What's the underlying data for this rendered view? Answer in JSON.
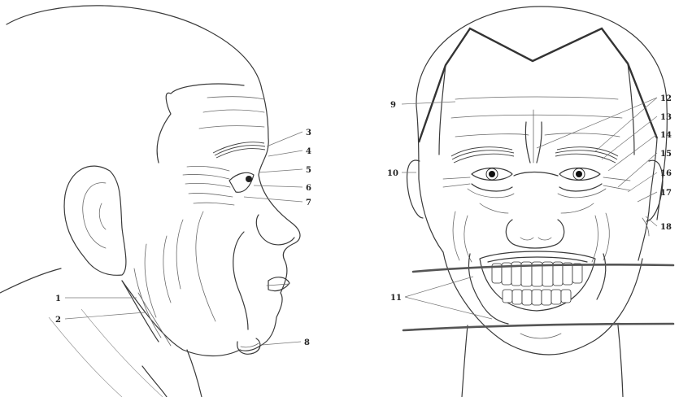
{
  "labels": [
    "1",
    "2",
    "3",
    "4",
    "5",
    "6",
    "7",
    "8",
    "9",
    "10",
    "11",
    "12",
    "13",
    "14",
    "15",
    "16",
    "17",
    "18"
  ]
}
